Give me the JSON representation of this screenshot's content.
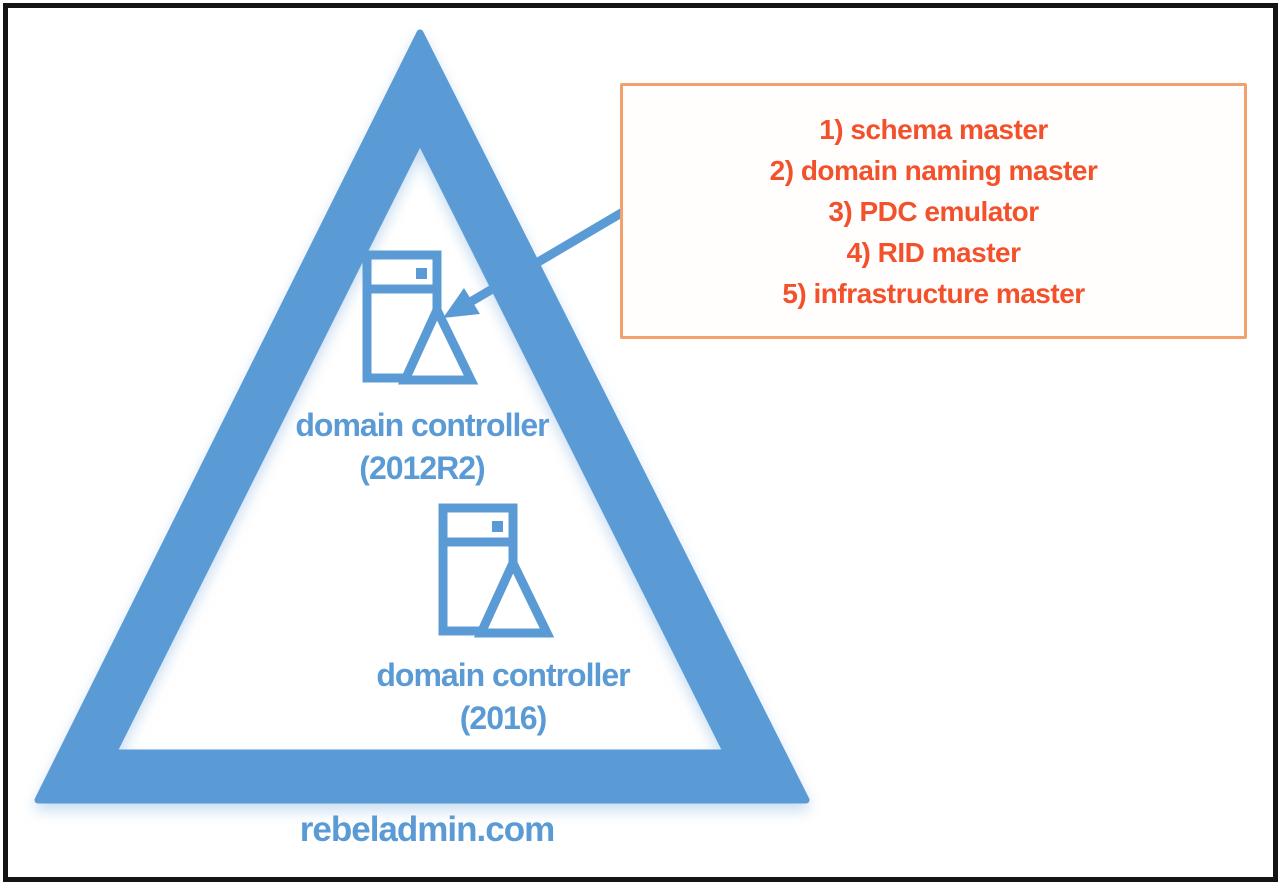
{
  "colors": {
    "blue": "#5b9bd5",
    "orange_text": "#f2512b",
    "orange_border": "#f2a16e",
    "frame": "#141414"
  },
  "pyramid": {
    "domain_controllers": [
      {
        "name": "domain controller",
        "version": "(2012R2)"
      },
      {
        "name": "domain controller",
        "version": "(2016)"
      }
    ],
    "watermark": "rebeladmin.com"
  },
  "fsmo_callout": {
    "items": [
      "1) schema master",
      "2) domain naming master",
      "3) PDC emulator",
      "4) RID master",
      "5) infrastructure master"
    ]
  }
}
